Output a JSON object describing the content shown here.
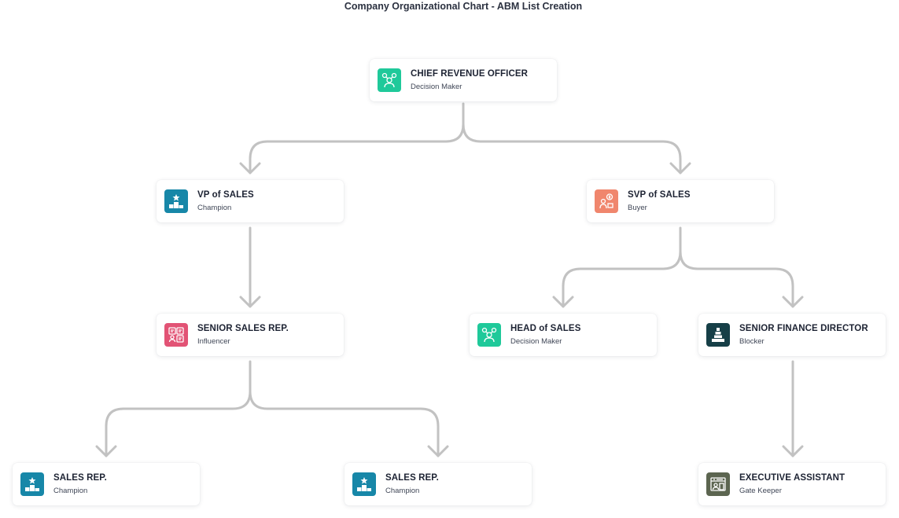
{
  "title": "Company Organizational Chart - ABM List Creation",
  "colors": {
    "decision_maker": "#1fc99a",
    "champion": "#1787a8",
    "buyer": "#f0866d",
    "influencer": "#e25375",
    "blocker": "#163f47",
    "gate_keeper": "#5c6550",
    "connector": "#c2c2c2"
  },
  "nodes": {
    "cro": {
      "name": "CHIEF REVENUE OFFICER",
      "role": "Decision Maker",
      "icon": "decision-maker-icon"
    },
    "vp_sales": {
      "name": "VP of SALES",
      "role": "Champion",
      "icon": "champion-podium-icon"
    },
    "svp_sales": {
      "name": "SVP of SALES",
      "role": "Buyer",
      "icon": "buyer-icon"
    },
    "senior_sales_rep": {
      "name": "SENIOR SALES REP.",
      "role": "Influencer",
      "icon": "influencer-icon"
    },
    "head_sales": {
      "name": "HEAD of SALES",
      "role": "Decision Maker",
      "icon": "decision-maker-icon"
    },
    "senior_finance_director": {
      "name": "SENIOR FINANCE DIRECTOR",
      "role": "Blocker",
      "icon": "blocker-icon"
    },
    "sales_rep_1": {
      "name": "SALES REP.",
      "role": "Champion",
      "icon": "champion-podium-icon"
    },
    "sales_rep_2": {
      "name": "SALES REP.",
      "role": "Champion",
      "icon": "champion-podium-icon"
    },
    "executive_assistant": {
      "name": "EXECUTIVE ASSISTANT",
      "role": "Gate Keeper",
      "icon": "gate-keeper-icon"
    }
  },
  "edges": [
    [
      "cro",
      "vp_sales"
    ],
    [
      "cro",
      "svp_sales"
    ],
    [
      "vp_sales",
      "senior_sales_rep"
    ],
    [
      "svp_sales",
      "head_sales"
    ],
    [
      "svp_sales",
      "senior_finance_director"
    ],
    [
      "senior_sales_rep",
      "sales_rep_1"
    ],
    [
      "senior_sales_rep",
      "sales_rep_2"
    ],
    [
      "senior_finance_director",
      "executive_assistant"
    ]
  ]
}
